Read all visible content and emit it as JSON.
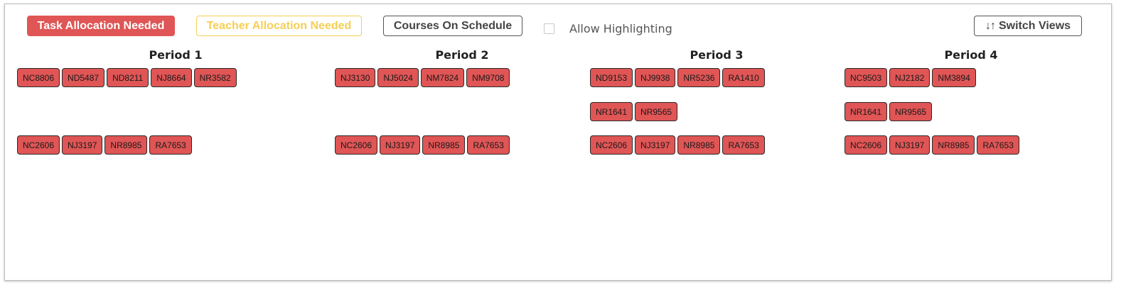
{
  "toolbar": {
    "task_allocation_label": "Task Allocation Needed",
    "teacher_allocation_label": "Teacher Allocation Needed",
    "courses_label": "Courses On Schedule",
    "highlight_label": "Allow Highlighting",
    "highlight_checked": false,
    "switch_views_label": "Switch Views",
    "switch_views_icon": "up-down-arrows-icon"
  },
  "colors": {
    "task": "#e05555",
    "teacher": "#f5cf54",
    "chip_border": "#2a2a2a"
  },
  "periods": [
    {
      "title": "Period 1",
      "rows": [
        [
          "NC8806",
          "ND5487",
          "ND8211",
          "NJ8664",
          "NR3582"
        ],
        [],
        [
          "NC2606",
          "NJ3197",
          "NR8985",
          "RA7653"
        ]
      ]
    },
    {
      "title": "Period 2",
      "rows": [
        [
          "NJ3130",
          "NJ5024",
          "NM7824",
          "NM9708"
        ],
        [],
        [
          "NC2606",
          "NJ3197",
          "NR8985",
          "RA7653"
        ]
      ]
    },
    {
      "title": "Period 3",
      "rows": [
        [
          "ND9153",
          "NJ9938",
          "NR5236",
          "RA1410"
        ],
        [
          "NR1641",
          "NR9565"
        ],
        [
          "NC2606",
          "NJ3197",
          "NR8985",
          "RA7653"
        ]
      ]
    },
    {
      "title": "Period 4",
      "rows": [
        [
          "NC9503",
          "NJ2182",
          "NM3894"
        ],
        [
          "NR1641",
          "NR9565"
        ],
        [
          "NC2606",
          "NJ3197",
          "NR8985",
          "RA7653"
        ]
      ]
    }
  ]
}
